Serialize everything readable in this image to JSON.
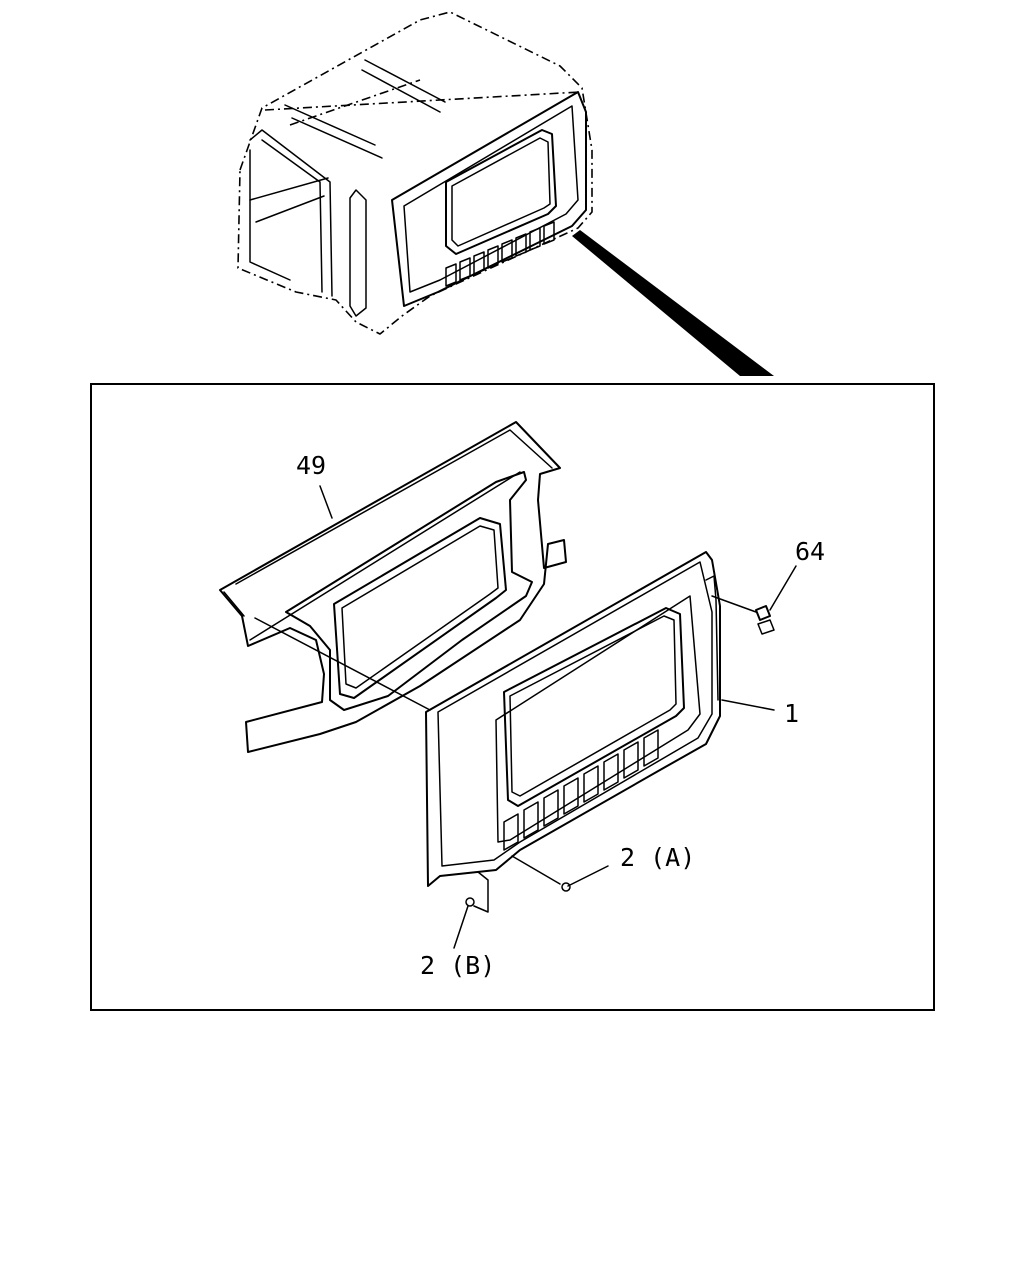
{
  "callouts": [
    {
      "id": "49",
      "label": "49"
    },
    {
      "id": "64",
      "label": "64"
    },
    {
      "id": "1",
      "label": "1"
    },
    {
      "id": "2A",
      "label": "2 (A)"
    },
    {
      "id": "2B",
      "label": "2 (B)"
    }
  ],
  "colors": {
    "line": "#000000",
    "background": "#ffffff"
  }
}
